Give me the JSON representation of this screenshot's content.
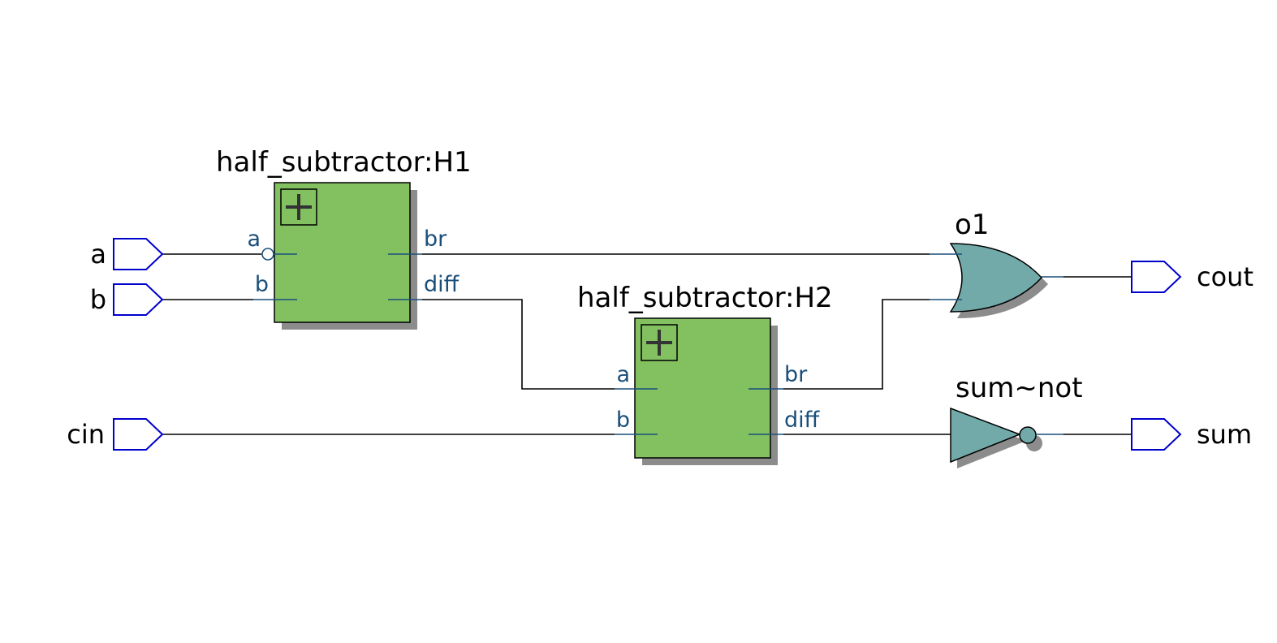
{
  "colors": {
    "block_fill": "#83c160",
    "gate_fill": "#72aaaa",
    "port_stroke": "#0000cc",
    "pin_label": "#1a4f7a",
    "shadow": "#8c8c8c"
  },
  "ports": {
    "inputs": [
      "a",
      "b",
      "cin"
    ],
    "outputs": [
      "cout",
      "sum"
    ]
  },
  "instances": {
    "h1": {
      "name": "half_subtractor:H1",
      "pins_in": [
        "a",
        "b"
      ],
      "pins_out": [
        "br",
        "diff"
      ],
      "expand_icon": "plus-icon"
    },
    "h2": {
      "name": "half_subtractor:H2",
      "pins_in": [
        "a",
        "b"
      ],
      "pins_out": [
        "br",
        "diff"
      ],
      "expand_icon": "plus-icon"
    },
    "or_gate": {
      "name": "o1",
      "type": "or-gate-icon"
    },
    "not_gate": {
      "name": "sum~not",
      "type": "not-gate-icon"
    }
  }
}
